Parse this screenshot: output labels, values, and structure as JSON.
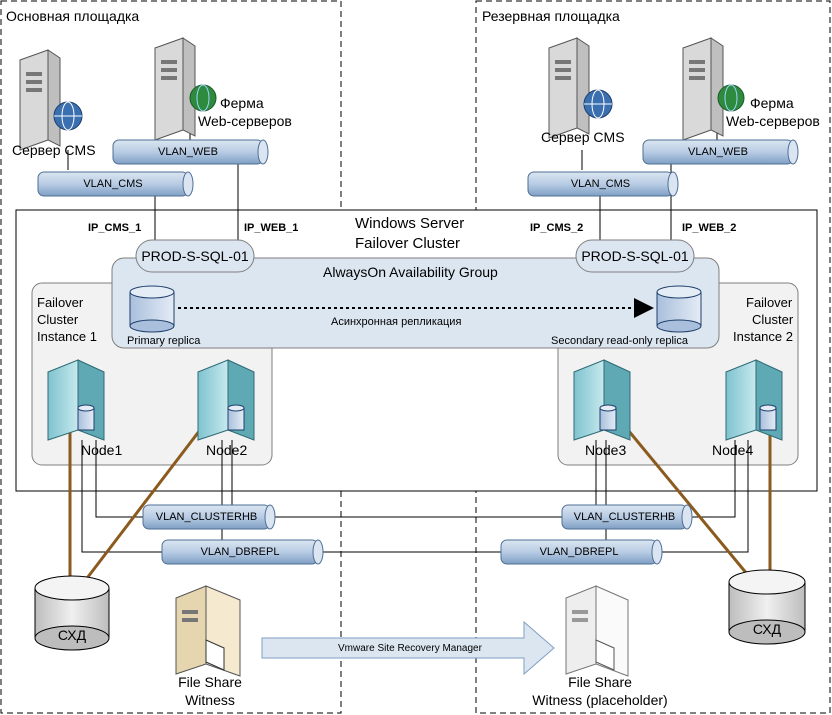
{
  "sites": {
    "primary": "Основная площадка",
    "reserve": "Резервная площадка"
  },
  "servers": {
    "cms_left": "Сервер CMS",
    "cms_right": "Сервер CMS",
    "web_left_1": "Ферма",
    "web_left_2": "Web-серверов",
    "web_right_1": "Ферма",
    "web_right_2": "Web-серверов"
  },
  "vlans": {
    "web": "VLAN_WEB",
    "cms": "VLAN_CMS",
    "clusterhb": "VLAN_CLUSTERHB",
    "dbrepl": "VLAN_DBREPL"
  },
  "ips": {
    "cms1": "IP_CMS_1",
    "web1": "IP_WEB_1",
    "cms2": "IP_CMS_2",
    "web2": "IP_WEB_2"
  },
  "cluster": {
    "title_1": "Windows Server",
    "title_2": "Failover Cluster",
    "listener_left": "PROD-S-SQL-01",
    "listener_right": "PROD-S-SQL-01",
    "ag": "AlwaysOn Availability Group",
    "primary_replica": "Primary replica",
    "secondary_replica": "Secondary read-only replica",
    "async_repl": "Асинхронная репликация",
    "fci1": [
      "Failover",
      "Cluster",
      "Instance 1"
    ],
    "fci2": [
      "Failover",
      "Cluster",
      "Instance 2"
    ]
  },
  "nodes": [
    "Node1",
    "Node2",
    "Node3",
    "Node4"
  ],
  "storage": {
    "left": "СХД",
    "right": "СХД"
  },
  "witness": {
    "left_1": "File Share",
    "left_2": "Witness",
    "right_1": "File Share",
    "right_2": "Witness (placeholder)"
  },
  "srm": "Vmware Site Recovery Manager",
  "colors": {
    "vlan_fill": "#b8cce4",
    "ag_fill": "#dce6f1",
    "server_body": "#f2f2f2",
    "node_body": "#9fd4dc",
    "brown_link": "#8b5a1e",
    "storage": "#d0d0d0"
  }
}
